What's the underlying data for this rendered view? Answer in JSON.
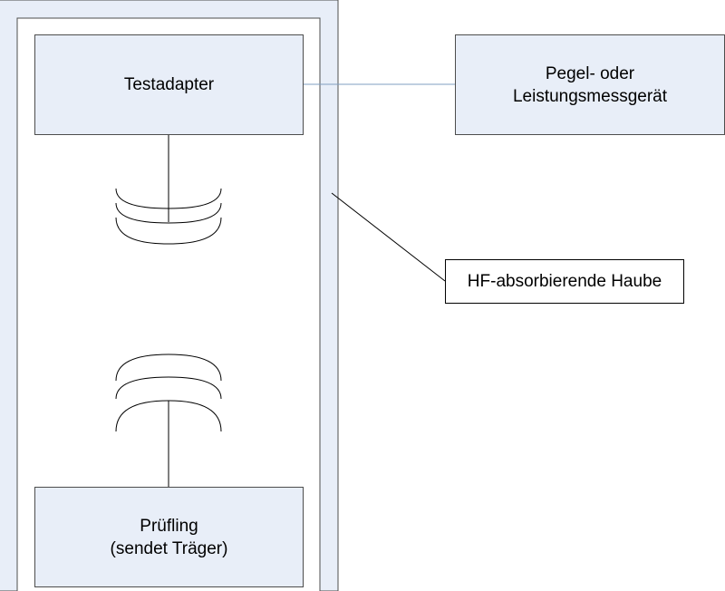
{
  "diagram": {
    "test_adapter": {
      "label": "Testadapter"
    },
    "meter": {
      "line1": "Pegel- oder",
      "line2": "Leistungsmessgerät"
    },
    "hood": {
      "label": "HF-absorbierende Haube"
    },
    "dut": {
      "line1": "Prüfling",
      "line2": "(sendet Träger)"
    },
    "colors": {
      "box_fill": "#e8eef8",
      "box_border": "#4d4d4d",
      "connector": "#7f9fc0",
      "line": "#000000",
      "background": "#ffffff"
    }
  }
}
